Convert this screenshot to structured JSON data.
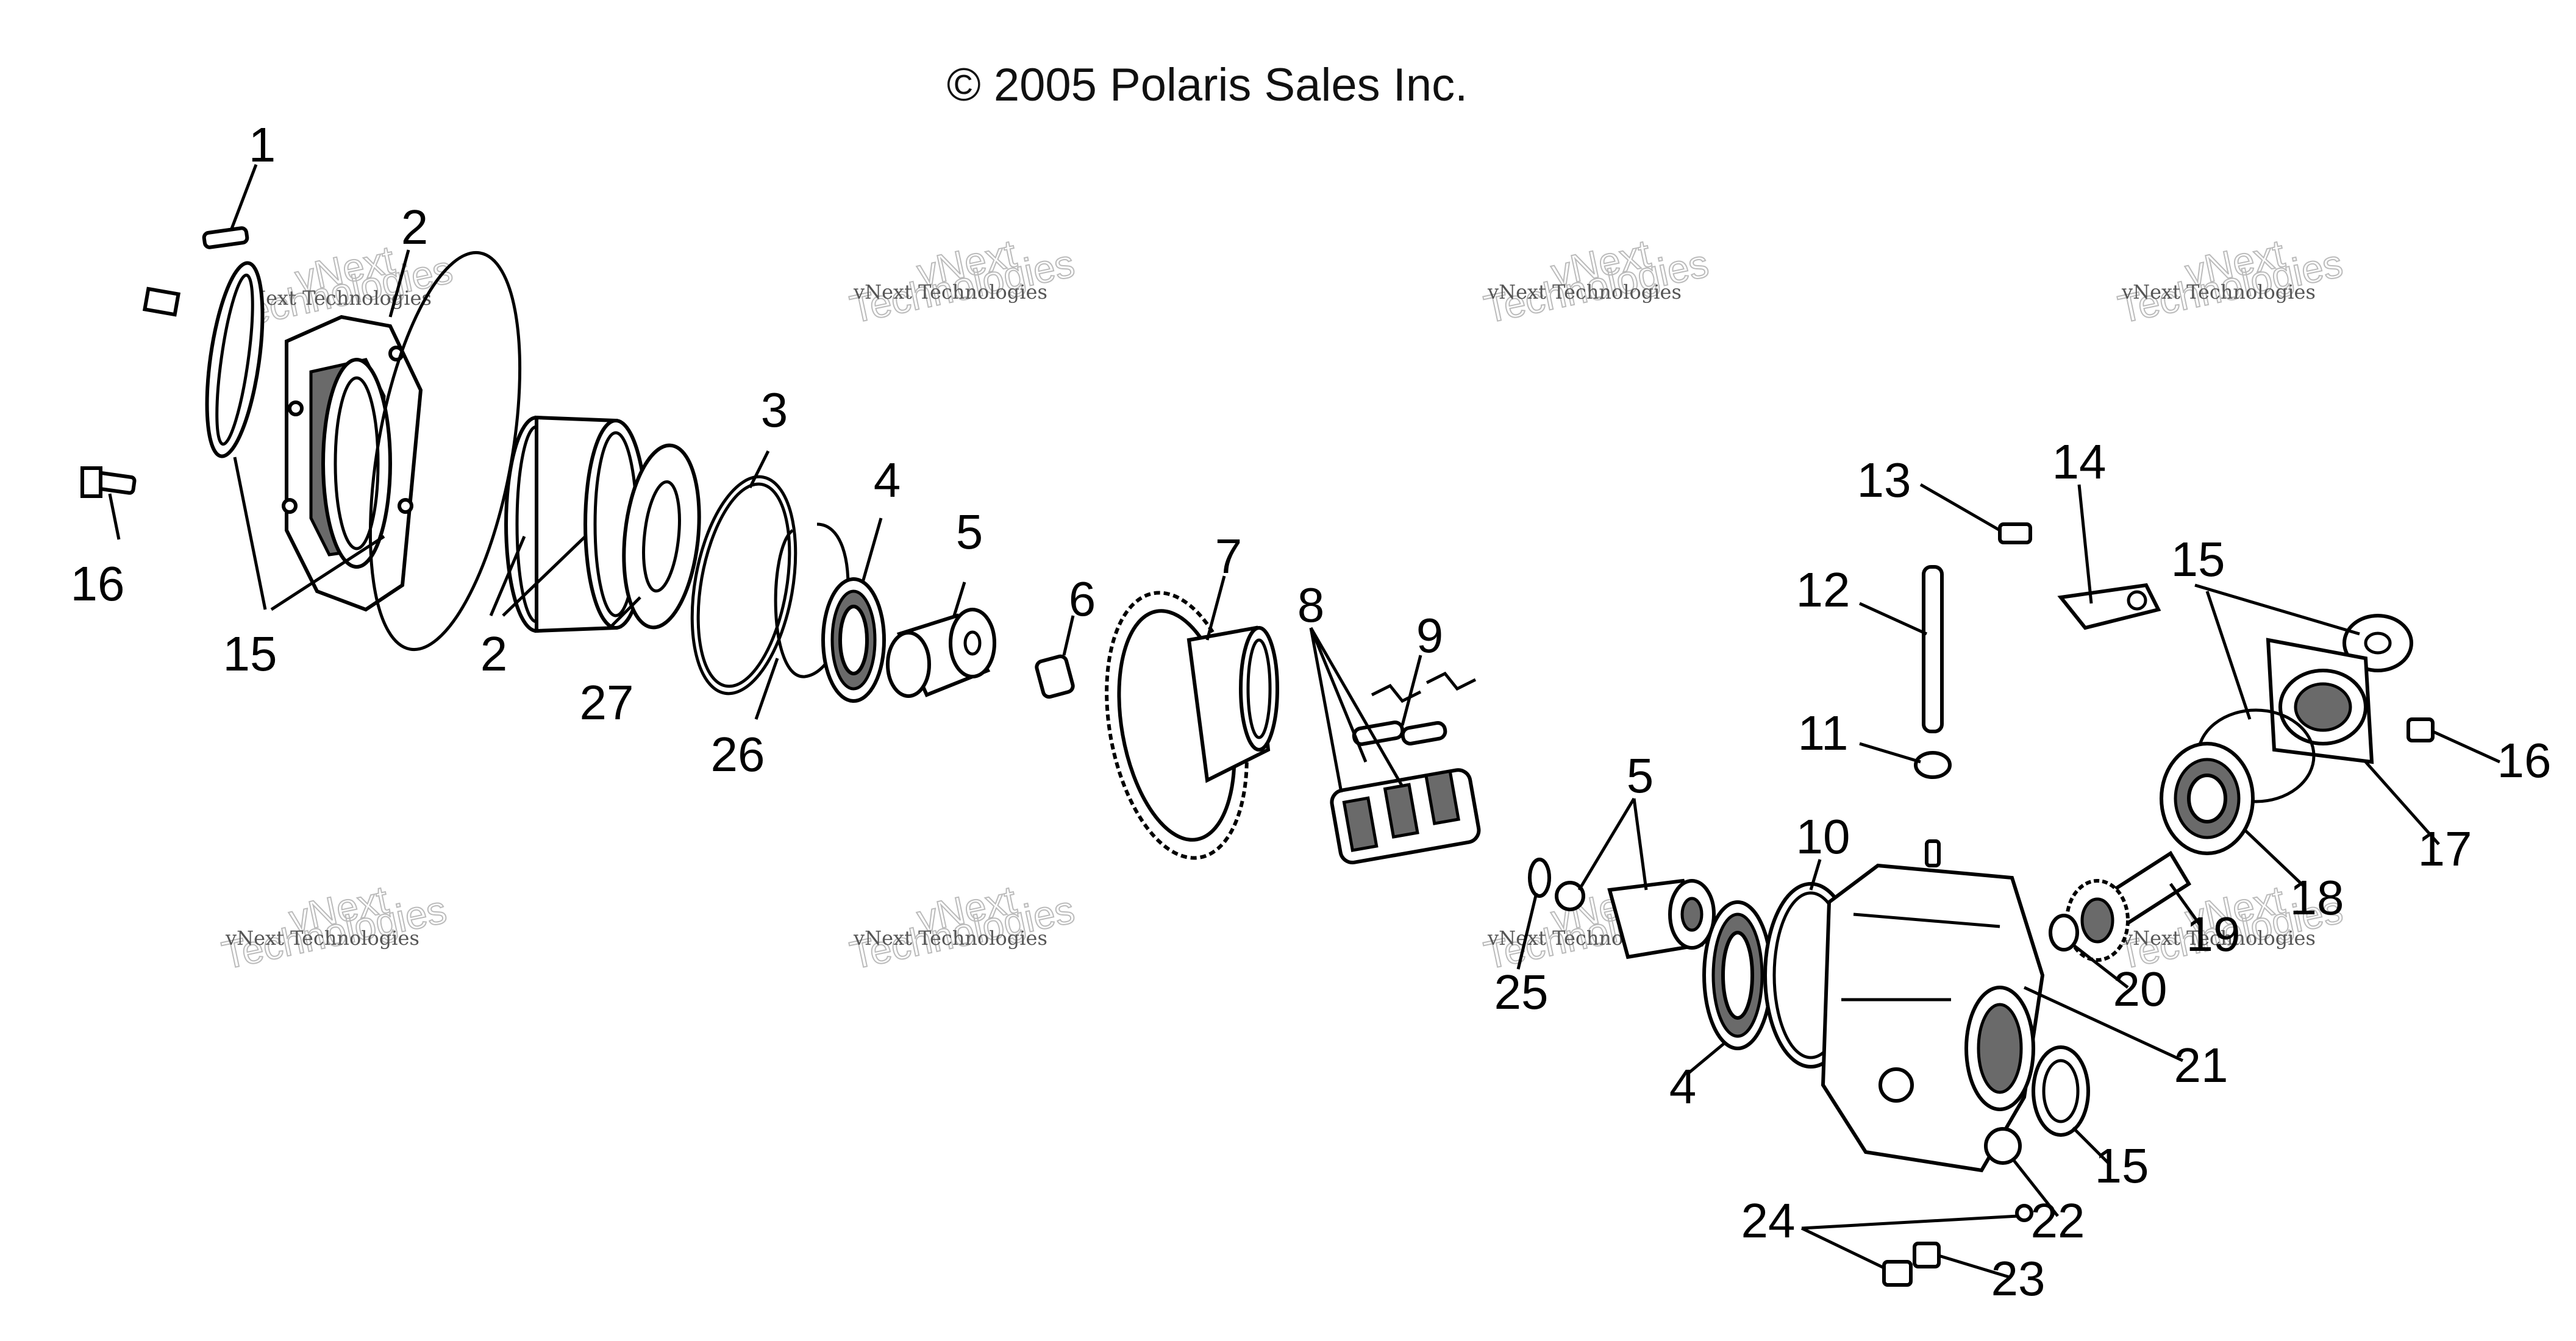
{
  "header": {
    "copyright": "© 2005 Polaris Sales Inc."
  },
  "watermark": {
    "line1": "vNext Technologies",
    "line2": "vNext",
    "line3": "Technologies"
  },
  "callouts": {
    "c1": "1",
    "c2a": "2",
    "c2b": "2",
    "c3": "3",
    "c4a": "4",
    "c4b": "4",
    "c5a": "5",
    "c5b": "5",
    "c6": "6",
    "c7": "7",
    "c8": "8",
    "c9": "9",
    "c10": "10",
    "c11": "11",
    "c12": "12",
    "c13": "13",
    "c14": "14",
    "c15a": "15",
    "c15b": "15",
    "c15c": "15",
    "c16a": "16",
    "c16b": "16",
    "c17": "17",
    "c18": "18",
    "c19": "19",
    "c20": "20",
    "c21": "21",
    "c22": "22",
    "c23": "23",
    "c24": "24",
    "c25": "25",
    "c26": "26",
    "c27": "27"
  },
  "icons": {
    "cover": "gearcase-cover-icon",
    "housing": "gearcase-housing-icon",
    "ring_gear": "ring-gear-icon",
    "roller_cage": "roller-cage-icon",
    "bearing": "bearing-icon",
    "pinion": "pinion-gear-icon"
  }
}
